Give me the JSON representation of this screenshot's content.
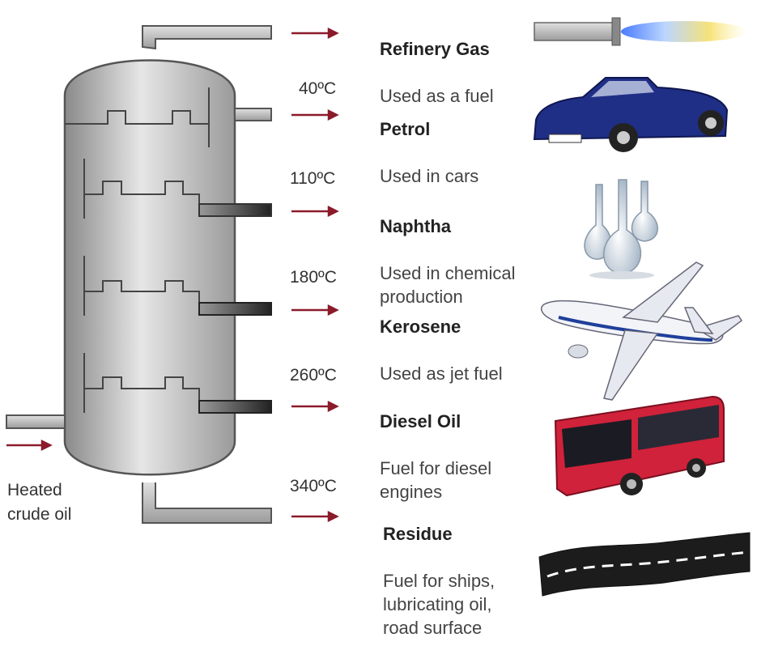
{
  "feed": {
    "label": "Heated\ncrude oil"
  },
  "fractions": [
    {
      "name": "Refinery Gas",
      "use": "Used as a fuel",
      "temperature": "",
      "icon": "flame-icon"
    },
    {
      "name": "Petrol",
      "use": "Used in cars",
      "temperature": "40ºC",
      "icon": "car-icon"
    },
    {
      "name": "Naphtha",
      "use": "Used in chemical\nproduction",
      "temperature": "110ºC",
      "icon": "flask-icon"
    },
    {
      "name": "Kerosene",
      "use": "Used as jet fuel",
      "temperature": "180ºC",
      "icon": "airplane-icon"
    },
    {
      "name": "Diesel Oil",
      "use": "Fuel for diesel\nengines",
      "temperature": "260ºC",
      "icon": "bus-icon"
    },
    {
      "name": "Residue",
      "use": "Fuel for ships,\nlubricating oil,\nroad surface",
      "temperature": "340ºC",
      "icon": "road-icon"
    }
  ],
  "colors": {
    "arrow": "#8b1a2b",
    "column": "#b8b8b8",
    "car": "#1f2f86",
    "bus": "#d0223a"
  }
}
